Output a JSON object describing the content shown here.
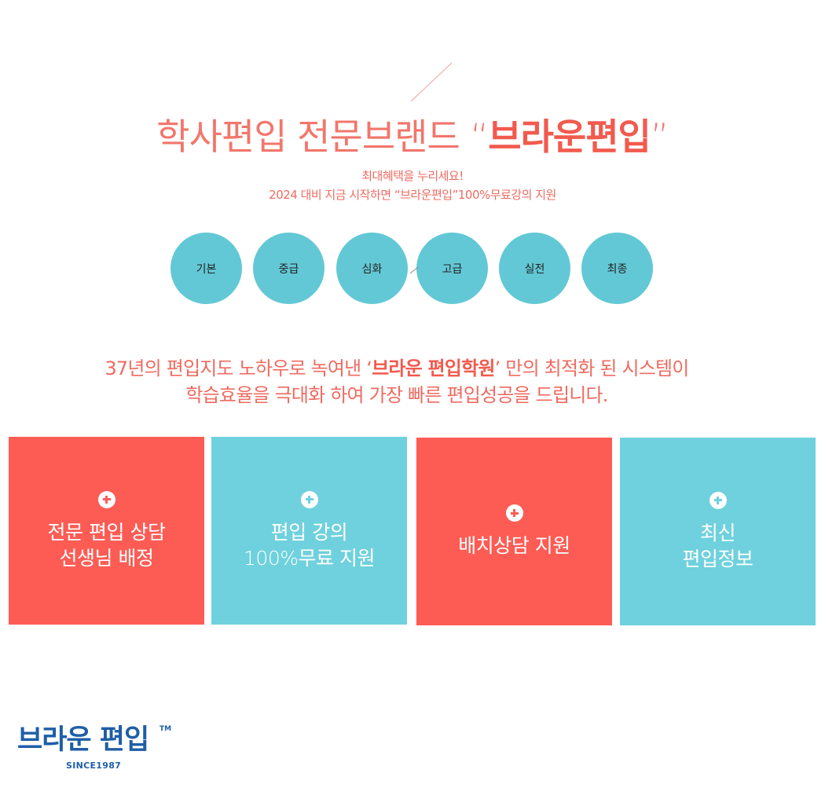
{
  "headline": {
    "pre": "학사편입 전문브랜드 “",
    "brand": "브라운편입",
    "post": "”"
  },
  "subtitle": {
    "line1": "최대혜택을 누리세요!",
    "line2": "2024 대비 지금 시작하면 “브라운편입”100%무료강의 지원"
  },
  "levels": [
    "기본",
    "중급",
    "심화",
    "고급",
    "실전",
    "최종"
  ],
  "description": {
    "line1_pre": "37년의 편입지도 노하우로 녹여낸 ‘",
    "line1_strong": "브라운 편입학원",
    "line1_post": "’ 만의 최적화 된 시스템이",
    "line2": "학습효율을 극대화 하여 가장 빠른 편입성공을 드립니다."
  },
  "cards": [
    {
      "line1": "전문 편입 상담",
      "line2": "선생님 배정",
      "color": "#fd5c55"
    },
    {
      "line1": "편입 강의",
      "line2": "100%무료 지원",
      "color": "#6fd1dd"
    },
    {
      "line1": "배치상담 지원",
      "line2": "",
      "color": "#fd5c55"
    },
    {
      "line1": "최신",
      "line2": "편입정보",
      "color": "#6fd1dd"
    }
  ],
  "logo": {
    "name": "브라운 편입",
    "tm": "TM",
    "since": "SINCE1987"
  },
  "colors": {
    "coral": "#fd5c55",
    "teal": "#6fd1dd",
    "circle": "#63c8d5",
    "brand_blue": "#1f5ea7"
  }
}
